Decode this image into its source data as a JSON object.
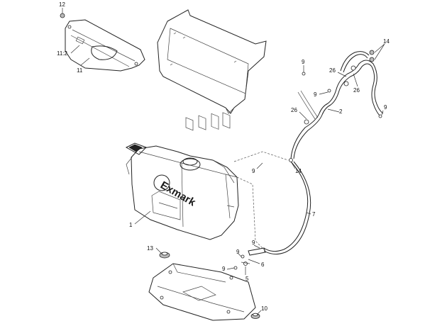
{
  "brand": {
    "logo_text": "Exmark"
  },
  "callouts": [
    {
      "id": "c-12",
      "label": "12"
    },
    {
      "id": "c-11-2",
      "label": "11:2"
    },
    {
      "id": "c-11",
      "label": "11"
    },
    {
      "id": "c-14-top",
      "label": "14"
    },
    {
      "id": "c-9-a",
      "label": "9"
    },
    {
      "id": "c-26-a",
      "label": "26"
    },
    {
      "id": "c-9-b",
      "label": "9"
    },
    {
      "id": "c-26-b",
      "label": "26"
    },
    {
      "id": "c-9-c",
      "label": "9"
    },
    {
      "id": "c-26-c",
      "label": "26"
    },
    {
      "id": "c-2",
      "label": "2"
    },
    {
      "id": "c-9-d",
      "label": "9"
    },
    {
      "id": "c-14-mid",
      "label": "14"
    },
    {
      "id": "c-7",
      "label": "7"
    },
    {
      "id": "c-1",
      "label": "1"
    },
    {
      "id": "c-13",
      "label": "13"
    },
    {
      "id": "c-9-e",
      "label": "9"
    },
    {
      "id": "c-9-f",
      "label": "9"
    },
    {
      "id": "c-6",
      "label": "6"
    },
    {
      "id": "c-9-g",
      "label": "9"
    },
    {
      "id": "c-5",
      "label": "5"
    },
    {
      "id": "c-10",
      "label": "10"
    }
  ]
}
